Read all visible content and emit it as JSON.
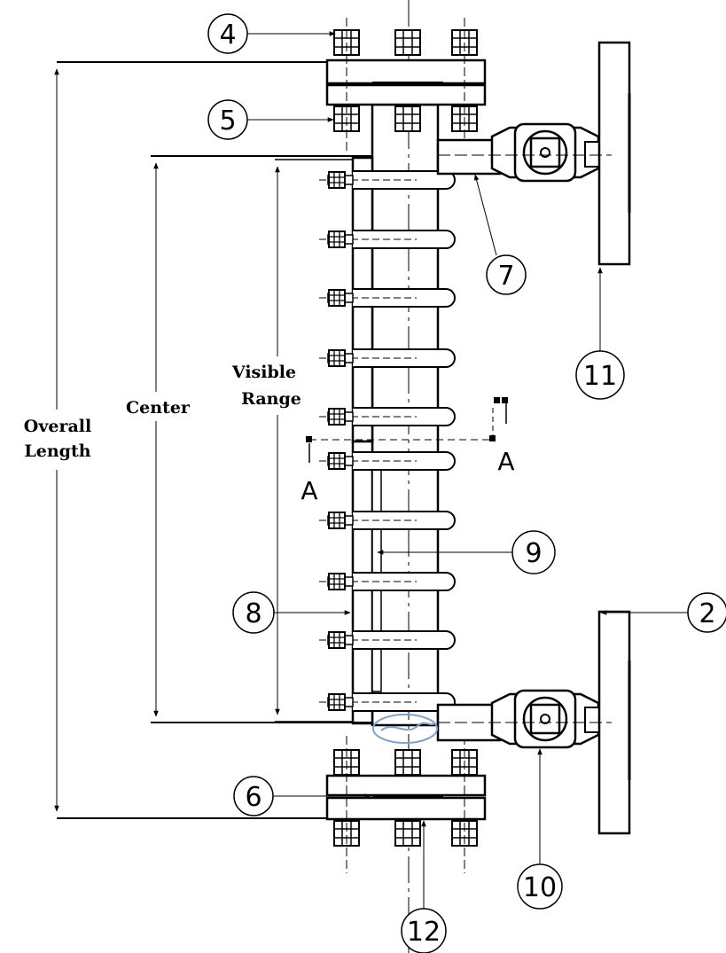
{
  "dimensions": {
    "overall_line1": "Overall",
    "overall_line2": "Length",
    "center": "Center",
    "visible_line1": "Visible",
    "visible_line2": "Range"
  },
  "section": {
    "left_label": "A",
    "right_label": "A"
  },
  "callouts": [
    {
      "id": "callout-4",
      "label": "4"
    },
    {
      "id": "callout-5",
      "label": "5"
    },
    {
      "id": "callout-7",
      "label": "7"
    },
    {
      "id": "callout-11",
      "label": "11"
    },
    {
      "id": "callout-9",
      "label": "9"
    },
    {
      "id": "callout-8",
      "label": "8"
    },
    {
      "id": "callout-2",
      "label": "2"
    },
    {
      "id": "callout-6",
      "label": "6"
    },
    {
      "id": "callout-10",
      "label": "10"
    },
    {
      "id": "callout-12",
      "label": "12"
    }
  ],
  "colors": {
    "line": "#000000",
    "watermark": "#7fa3c8"
  }
}
